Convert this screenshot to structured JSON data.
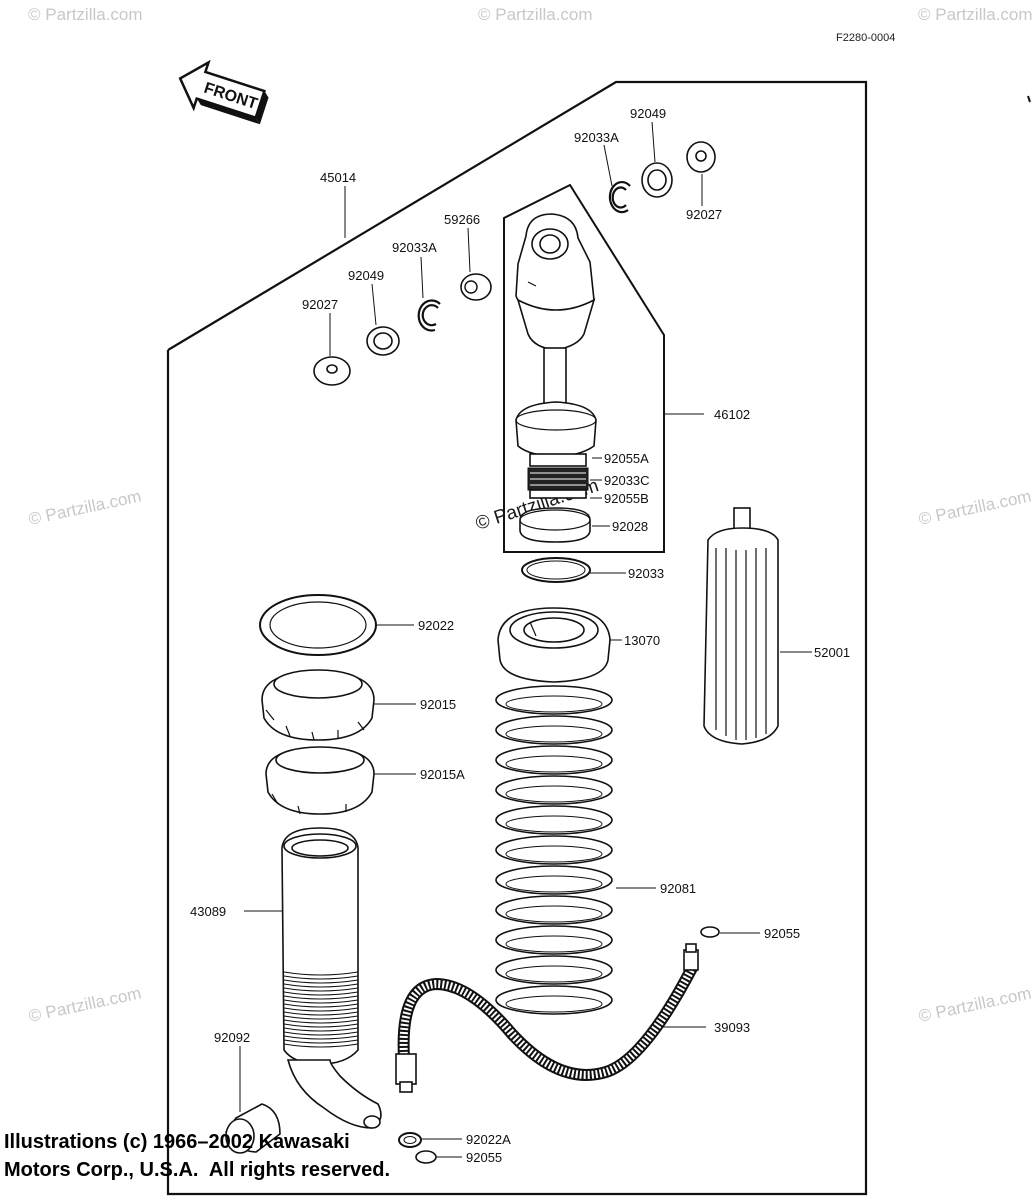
{
  "figure_code": "F2280-0004",
  "front_label": "FRONT",
  "watermark": "© Partzilla.com",
  "copyright": [
    "Illustrations (c) 1966–2002 Kawasaki",
    "Motors Corp., U.S.A.  All rights reserved."
  ],
  "labels": {
    "p45014": "45014",
    "p92049a": "92049",
    "p92033Aa": "92033A",
    "p92027a": "92027",
    "p59266": "59266",
    "p92033Ab": "92033A",
    "p92049b": "92049",
    "p92027b": "92027",
    "p46102": "46102",
    "p92055A": "92055A",
    "p92033C": "92033C",
    "p92055B": "92055B",
    "p92028": "92028",
    "p92033": "92033",
    "p92022": "92022",
    "p13070": "13070",
    "p52001": "52001",
    "p92015": "92015",
    "p92015A": "92015A",
    "p92081": "92081",
    "p43089": "43089",
    "p92055": "92055",
    "p39093": "39093",
    "p92092": "92092",
    "p92022A": "92022A",
    "p92055b": "92055"
  }
}
